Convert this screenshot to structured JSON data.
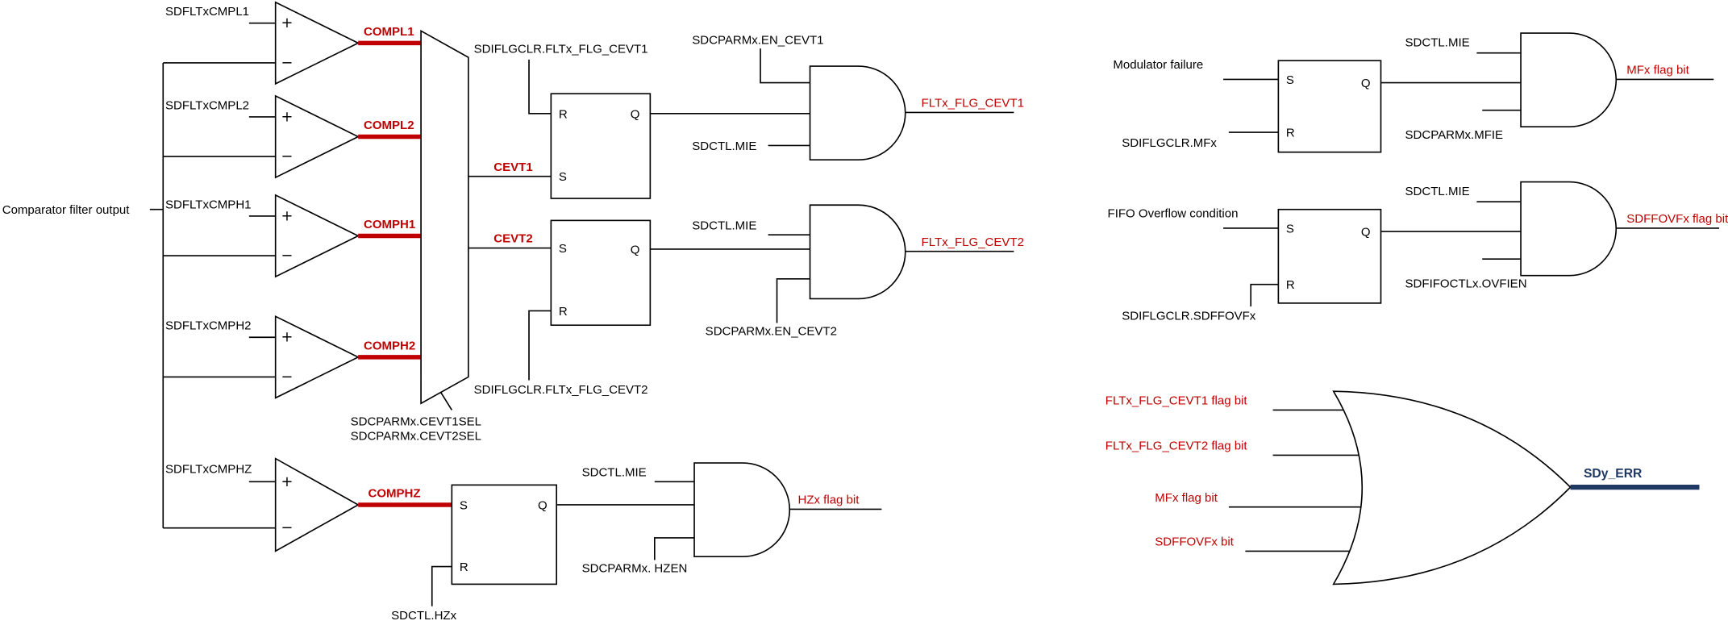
{
  "colors": {
    "signal_red": "#c00000",
    "error_navy": "#1f3864",
    "line_black": "#000000"
  },
  "comparator_section": {
    "bus_label": "Comparator filter output",
    "plus_label": "+",
    "minus_label": "−",
    "comparators": [
      {
        "input_label": "SDFLTxCMPL1",
        "output_label": "COMPL1"
      },
      {
        "input_label": "SDFLTxCMPL2",
        "output_label": "COMPL2"
      },
      {
        "input_label": "SDFLTxCMPH1",
        "output_label": "COMPH1"
      },
      {
        "input_label": "SDFLTxCMPH2",
        "output_label": "COMPH2"
      },
      {
        "input_label": "SDFLTxCMPHZ",
        "output_label": "COMPHZ"
      }
    ]
  },
  "mux": {
    "outputs": [
      "CEVT1",
      "CEVT2"
    ],
    "select_labels": [
      "SDCPARMx.CEVT1SEL",
      "SDCPARMx.CEVT2SEL"
    ]
  },
  "cevt1": {
    "clear_label": "SDIFLGCLR.FLTx_FLG_CEVT1",
    "latch": {
      "r": "R",
      "q": "Q",
      "s": "S"
    },
    "enable_label": "SDCPARMx.EN_CEVT1",
    "mie_label": "SDCTL.MIE",
    "flag_label": "FLTx_FLG_CEVT1"
  },
  "cevt2": {
    "clear_label": "SDIFLGCLR.FLTx_FLG_CEVT2",
    "latch": {
      "s": "S",
      "q": "Q",
      "r": "R"
    },
    "enable_label": "SDCPARMx.EN_CEVT2",
    "mie_label": "SDCTL.MIE",
    "flag_label": "FLTx_FLG_CEVT2"
  },
  "hz": {
    "latch": {
      "s": "S",
      "q": "Q",
      "r": "R"
    },
    "clear_label": "SDCTL.HZx",
    "mie_label": "SDCTL.MIE",
    "enable_label": "SDCPARMx. HZEN",
    "flag_label": "HZx flag bit"
  },
  "mf": {
    "set_label": "Modulator failure",
    "clear_label": "SDIFLGCLR.MFx",
    "latch": {
      "s": "S",
      "q": "Q",
      "r": "R"
    },
    "mie_label": "SDCTL.MIE",
    "enable_label": "SDCPARMx.MFIE",
    "flag_label": "MFx flag bit"
  },
  "fifo": {
    "set_label": "FIFO Overflow condition",
    "clear_label": "SDIFLGCLR.SDFFOVFx",
    "latch": {
      "s": "S",
      "q": "Q",
      "r": "R"
    },
    "mie_label": "SDCTL.MIE",
    "enable_label": "SDFIFOCTLx.OVFIEN",
    "flag_label": "SDFFOVFx flag bit"
  },
  "error_or": {
    "inputs": [
      "FLTx_FLG_CEVT1 flag bit",
      "FLTx_FLG_CEVT2 flag bit",
      "MFx flag bit",
      "SDFFOVFx bit"
    ],
    "output_label": "SDy_ERR"
  }
}
